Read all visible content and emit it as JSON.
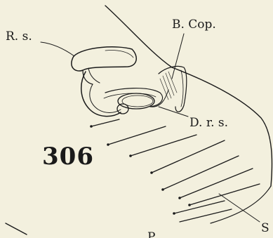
{
  "figure": {
    "number": "306",
    "labels": {
      "r_s": "R. s.",
      "b_cop": "B. Cop.",
      "d_r_s": "D. r. s.",
      "s": "S",
      "p": "P"
    }
  }
}
